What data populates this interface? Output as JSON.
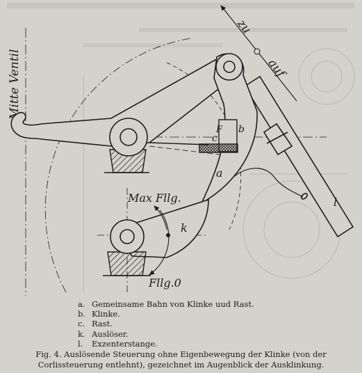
{
  "figure": {
    "labels": {
      "mitte_ventil": "Mitte Ventil",
      "zu": "zu",
      "auf": "auf",
      "max_fllg": "Max Fllg.",
      "fllg_0": "Fllg.0",
      "a": "a",
      "b": "b",
      "c": "c",
      "k": "k",
      "l": "l"
    },
    "colors": {
      "ink": "#1c1c1c",
      "paper": "#d4d2cd",
      "ghost": "#b9b7b1"
    }
  },
  "legend": [
    {
      "key": "a.",
      "text": "Gemeinsame Bahn von Klinke uud Rast."
    },
    {
      "key": "b.",
      "text": "Klinke."
    },
    {
      "key": "c.",
      "text": "Rast."
    },
    {
      "key": "k.",
      "text": "Auslöser."
    },
    {
      "key": "l.",
      "text": "Exzenterstange."
    }
  ],
  "caption": {
    "line1": "Fig. 4.  Auslösende Steuerung ohne Eigenbewegung der Klinke (von der",
    "line2": "Corlissteuerung entlehnt), gezeichnet im  Augenblick der Ausklinkung."
  }
}
